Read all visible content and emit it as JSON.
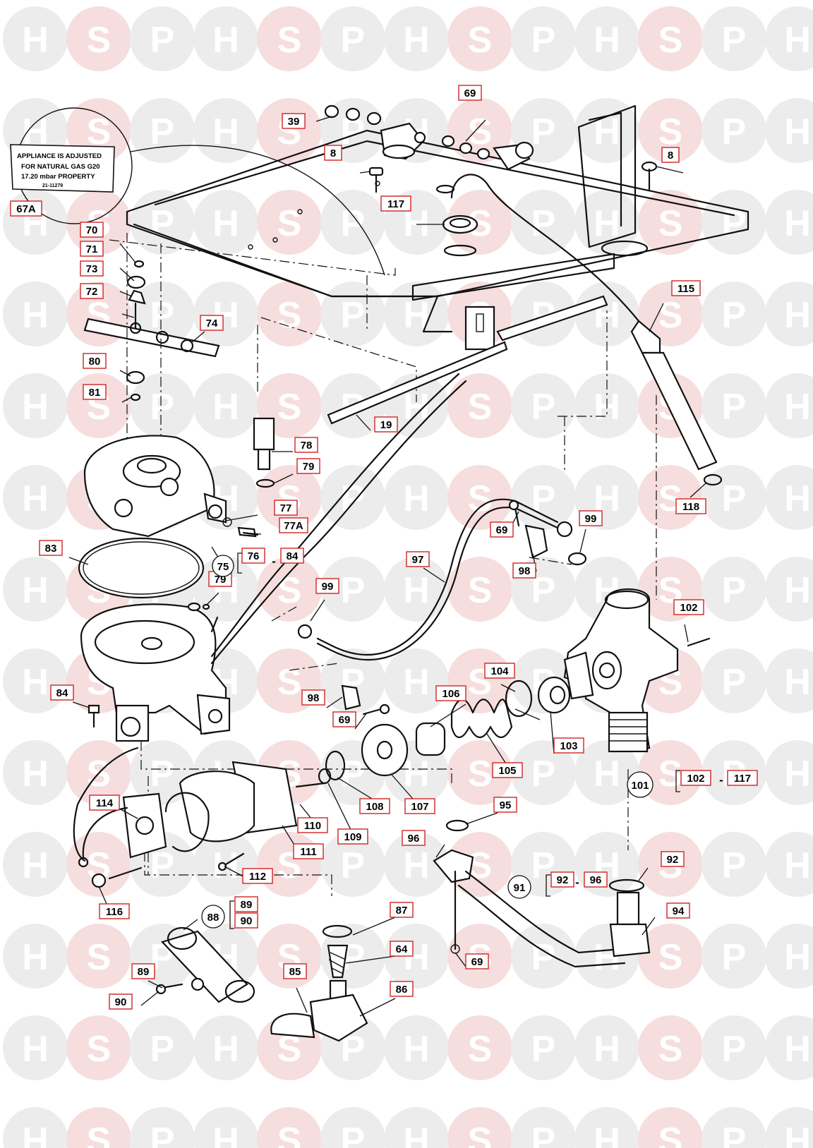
{
  "watermark": {
    "letters": [
      "H",
      "S",
      "P"
    ]
  },
  "sticker": {
    "lines": [
      "APPLIANCE IS ADJUSTED",
      "FOR NATURAL GAS G20",
      "17.20 mbar PROPERTY",
      "21-11279"
    ]
  },
  "range_separator": "-",
  "labels": {
    "l39": "39",
    "l69a": "69",
    "l8a": "8",
    "l8b": "8",
    "l117a": "117",
    "l67A": "67A",
    "l70": "70",
    "l71": "71",
    "l73": "73",
    "l72": "72",
    "l74": "74",
    "l80": "80",
    "l81": "81",
    "l115": "115",
    "l19": "19",
    "l78": "78",
    "l79a": "79",
    "l77": "77",
    "l77A": "77A",
    "l118": "118",
    "l69b": "69",
    "l99a": "99",
    "l98a": "98",
    "l83": "83",
    "l76": "76",
    "l84a": "84",
    "l97": "97",
    "l79b": "79",
    "l99b": "99",
    "l102a": "102",
    "l84b": "84",
    "l98b": "98",
    "l69c": "69",
    "l104": "104",
    "l106": "106",
    "l103": "103",
    "l105": "105",
    "l102b": "102",
    "l117b": "117",
    "l114": "114",
    "l108": "108",
    "l107": "107",
    "l95": "95",
    "l110": "110",
    "l109": "109",
    "l96": "96",
    "l111": "111",
    "l92a": "92",
    "l112": "112",
    "l92b": "92",
    "l96b": "96",
    "l116": "116",
    "l89a": "89",
    "l90a": "90",
    "l87": "87",
    "l94": "94",
    "l64": "64",
    "l69d": "69",
    "l89b": "89",
    "l90b": "90",
    "l85": "85",
    "l86": "86"
  },
  "assemblies": {
    "a75": "75",
    "a101": "101",
    "a91": "91",
    "a88": "88"
  }
}
